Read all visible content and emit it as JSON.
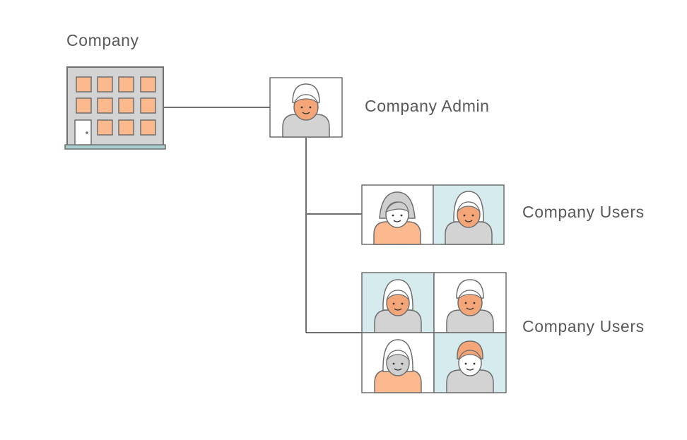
{
  "labels": {
    "company": "Company",
    "admin": "Company Admin",
    "users_group_1": "Company Users",
    "users_group_2": "Company Users"
  },
  "colors": {
    "line": "#6f6f6f",
    "building": "#d3d3d3",
    "window": "#fbb98d",
    "base": "#a9cfcf",
    "skin": "#f4a678",
    "skin_light": "#ffffff",
    "body_gray": "#d3d3d3",
    "body_orange": "#fbb98d",
    "hair_white": "#ffffff",
    "hair_gray": "#cfcfcf",
    "hair_orange": "#f4a678",
    "tile_blue": "#d5ebee",
    "tile_white": "#ffffff"
  },
  "icons": {
    "building": "building-icon",
    "person": "person-icon",
    "door": "door-icon"
  }
}
